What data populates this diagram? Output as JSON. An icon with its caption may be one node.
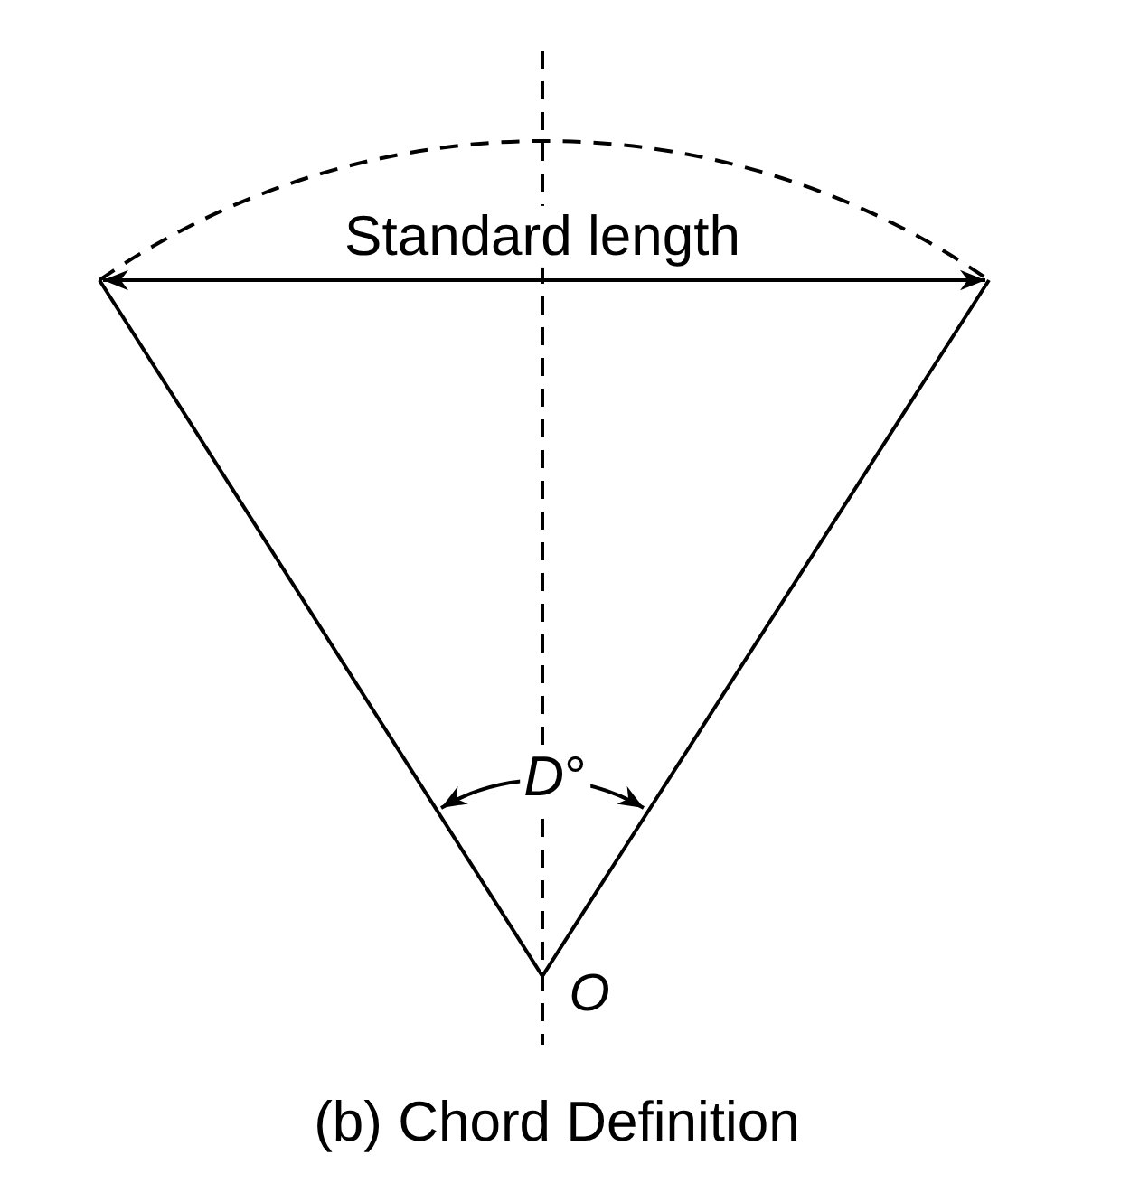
{
  "diagram": {
    "caption": "(b) Chord Definition",
    "labels": [
      "Standard length",
      "*D*°",
      "O"
    ]
  }
}
